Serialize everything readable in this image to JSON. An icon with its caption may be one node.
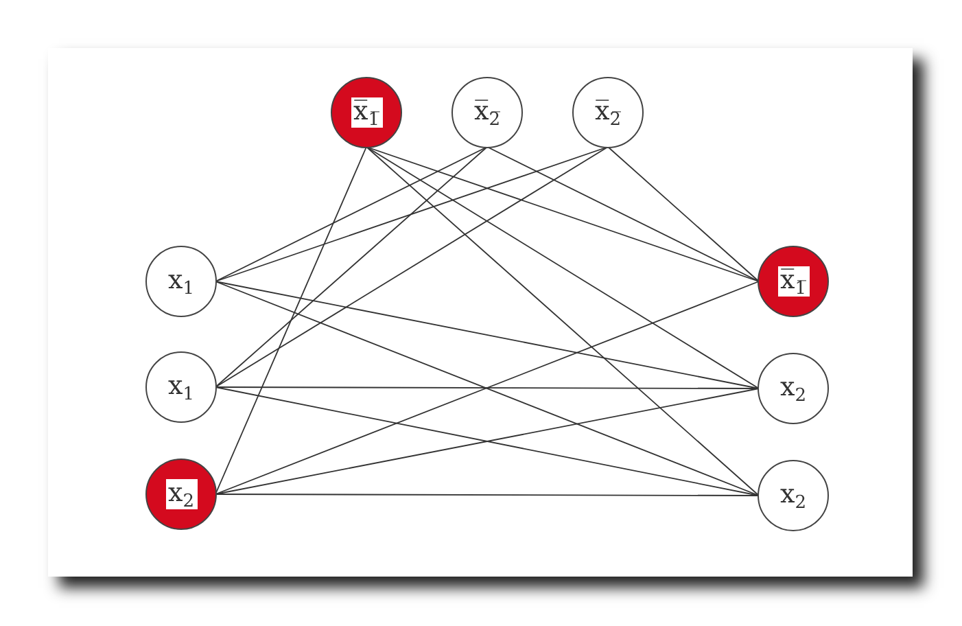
{
  "diagram": {
    "nodes": [
      {
        "text": [
          "x̅$_{1̅}$"
        ]
      },
      {
        "text": [
          "x̅$_{2̅}$"
        ]
      },
      {
        "text": [
          "x̅$_{2̅}$"
        ]
      },
      {
        "text": [
          "x$_{1}$"
        ]
      },
      {
        "text": [
          "x$_{1}$"
        ]
      },
      {
        "text": [
          "x$_{2}$"
        ]
      },
      {
        "text": [
          "x̅$_{1̅}$"
        ]
      },
      {
        "text": [
          "x$_{2}$"
        ]
      },
      {
        "text": [
          "x$_{2}$"
        ]
      }
    ],
    "edges": [
      {
        "from": 0,
        "to": 5,
        "arrow": "none"
      },
      {
        "from": 0,
        "to": 6,
        "arrow": "none"
      },
      {
        "from": 0,
        "to": 7,
        "arrow": "none"
      },
      {
        "from": 0,
        "to": 8,
        "arrow": "none"
      },
      {
        "from": 1,
        "to": 3,
        "arrow": "none"
      },
      {
        "from": 1,
        "to": 4,
        "arrow": "none"
      },
      {
        "from": 1,
        "to": 6,
        "arrow": "none"
      },
      {
        "from": 2,
        "to": 3,
        "arrow": "none"
      },
      {
        "from": 2,
        "to": 4,
        "arrow": "none"
      },
      {
        "from": 2,
        "to": 6,
        "arrow": "none"
      },
      {
        "from": 3,
        "to": 7,
        "arrow": "none"
      },
      {
        "from": 3,
        "to": 8,
        "arrow": "none"
      },
      {
        "from": 4,
        "to": 7,
        "arrow": "none"
      },
      {
        "from": 4,
        "to": 8,
        "arrow": "none"
      },
      {
        "from": 5,
        "to": 6,
        "arrow": "none"
      },
      {
        "from": 5,
        "to": 7,
        "arrow": "none"
      },
      {
        "from": 5,
        "to": 8,
        "arrow": "none"
      }
    ]
  }
}
